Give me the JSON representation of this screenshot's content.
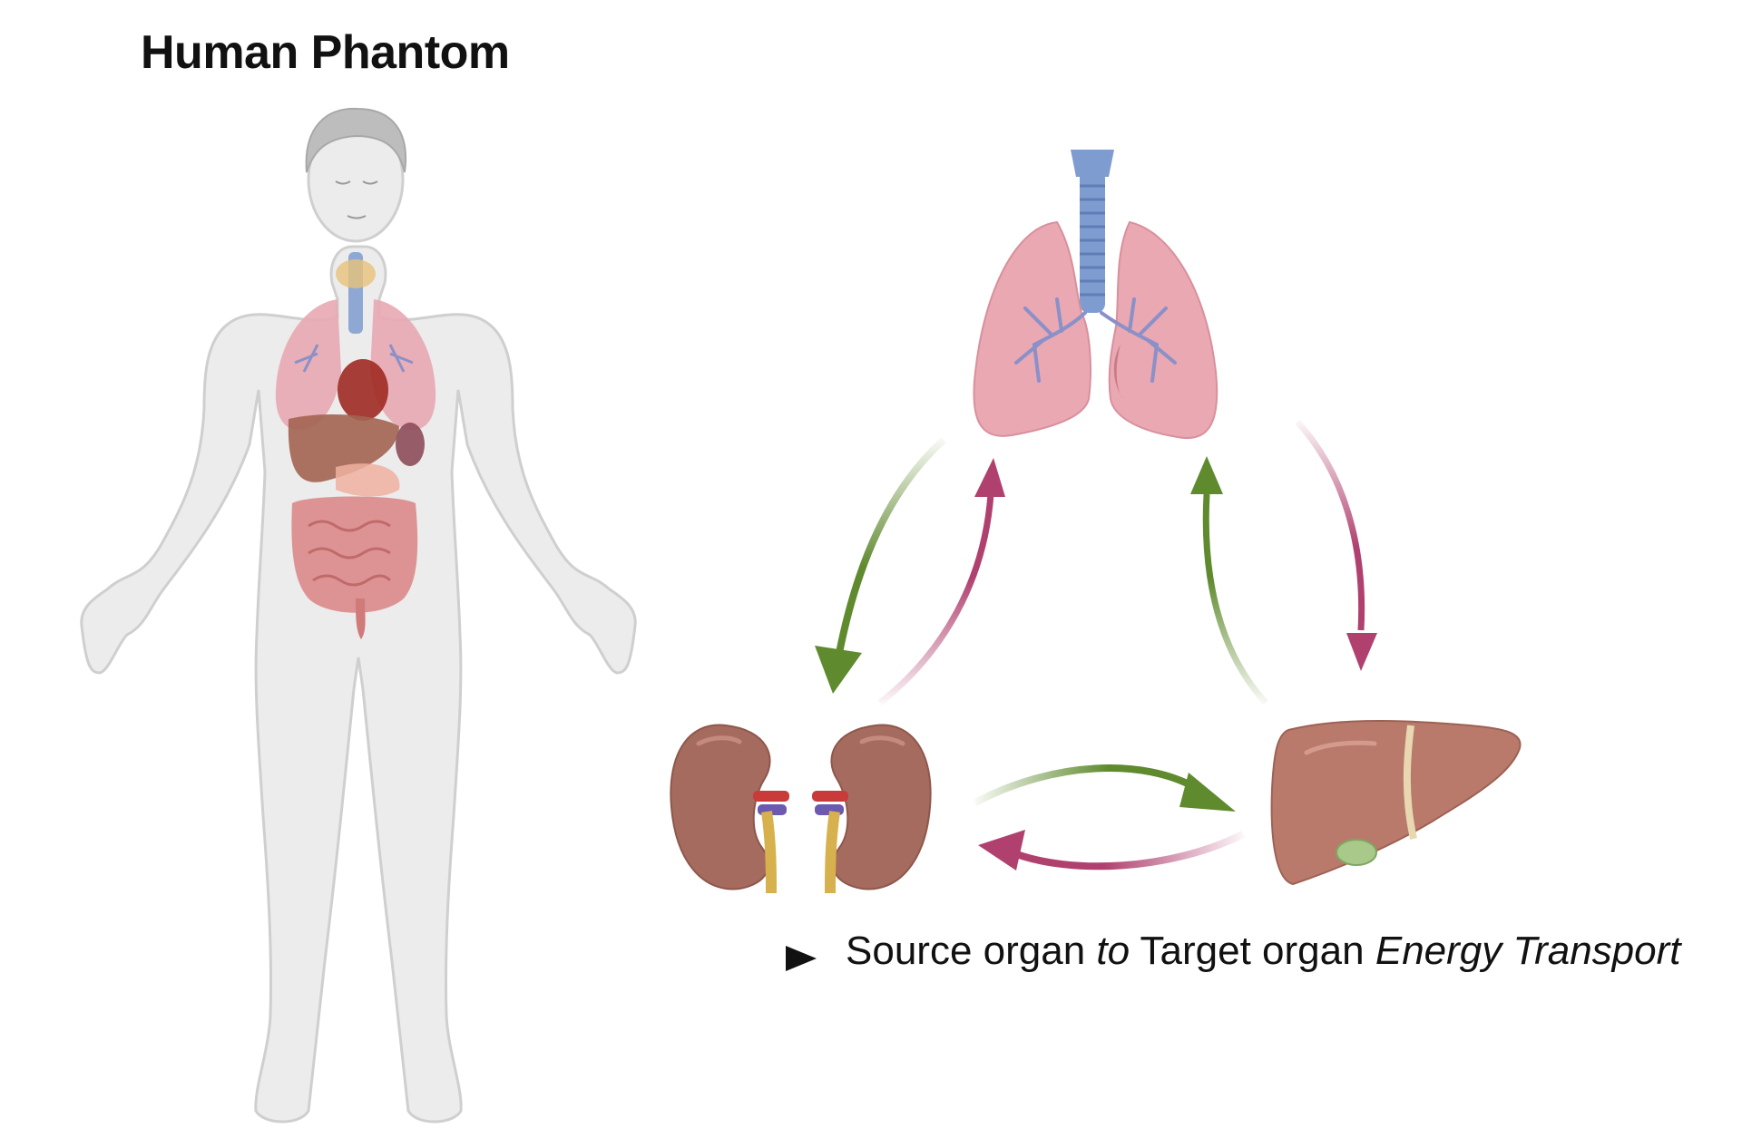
{
  "title": "Human Phantom",
  "legend": {
    "part1": "Source organ",
    "part2": "to",
    "part3": "Target organ",
    "part4": "Energy Transport"
  },
  "colors": {
    "green_arrow": "#5f8a2e",
    "magenta_arrow": "#b0416f",
    "legend_arrow": "#111111",
    "lung": "#e9a8b2",
    "trachea": "#7e9ccf",
    "kidney": "#a66b5f",
    "liver": "#b97a6c",
    "body": "#ececec"
  },
  "icons": {
    "body": "human-body-icon",
    "lungs": "lungs-icon",
    "kidneys": "kidneys-icon",
    "liver": "liver-icon"
  }
}
